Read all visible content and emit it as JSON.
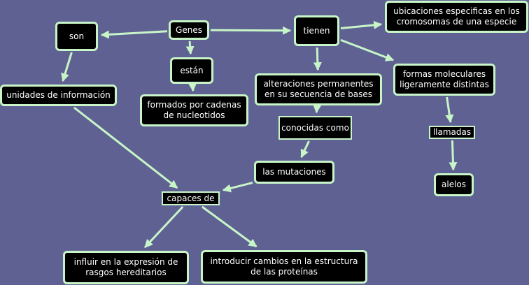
{
  "colors": {
    "background": "#5f6192",
    "node_fill": "#000000",
    "node_border": "#c8f5c8",
    "text": "#ffffff",
    "connector": "#c8f5c8"
  },
  "nodes": {
    "genes": "Genes",
    "son": "son",
    "estan": "están",
    "tienen": "tienen",
    "ubicaciones": "ubicaciones especificas en los\ncromosomas de una especie",
    "unidades": "unidades de información",
    "formados": "formados por cadenas\nde nucleotidos",
    "alteraciones": "alteraciones permanentes\nen su secuencia de bases",
    "formas": "formas moleculares\nligeramente distintas",
    "conocidas": "conocidas como",
    "llamadas": "llamadas",
    "mutaciones": "las mutaciones",
    "alelos": "alelos",
    "capaces": "capaces de",
    "influir": "influir en la expresión de\nrasgos hereditarios",
    "introducir": "introducir cambios en la estructura\nde las proteínas"
  },
  "connections": [
    [
      "genes",
      "son"
    ],
    [
      "genes",
      "estan"
    ],
    [
      "genes",
      "tienen"
    ],
    [
      "son",
      "unidades"
    ],
    [
      "estan",
      "formados"
    ],
    [
      "tienen",
      "ubicaciones"
    ],
    [
      "tienen",
      "alteraciones"
    ],
    [
      "tienen",
      "formas"
    ],
    [
      "alteraciones",
      "conocidas"
    ],
    [
      "conocidas",
      "mutaciones"
    ],
    [
      "mutaciones",
      "capaces"
    ],
    [
      "unidades",
      "capaces"
    ],
    [
      "capaces",
      "influir"
    ],
    [
      "capaces",
      "introducir"
    ],
    [
      "formas",
      "llamadas"
    ],
    [
      "llamadas",
      "alelos"
    ]
  ]
}
